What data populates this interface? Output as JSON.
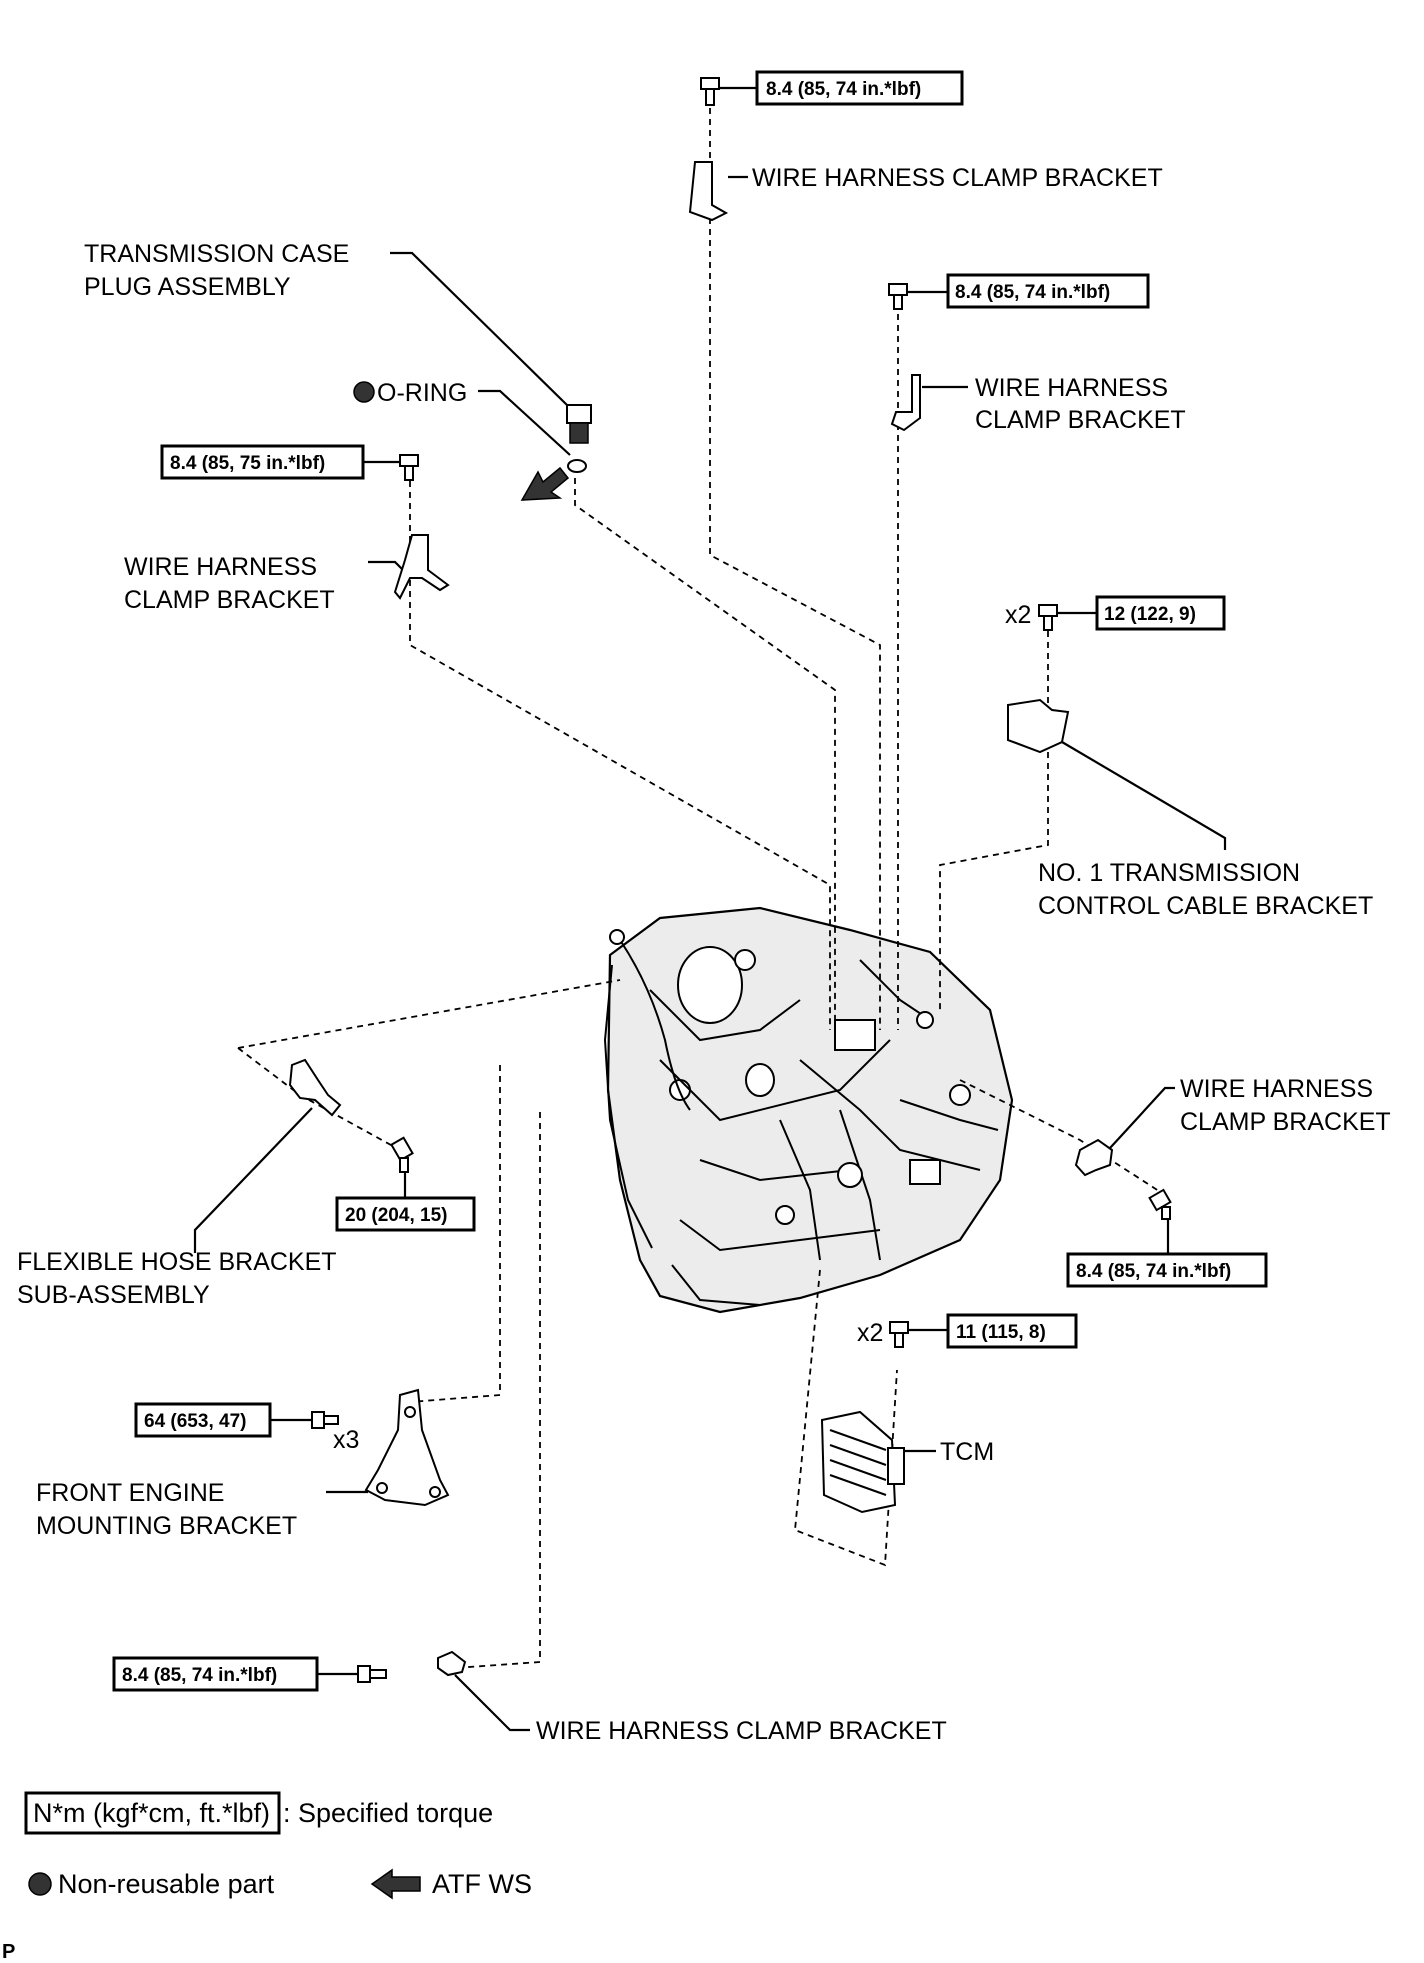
{
  "labels": {
    "wire_harness_top": "WIRE HARNESS CLAMP BRACKET",
    "trans_case_plug_1": "TRANSMISSION CASE",
    "trans_case_plug_2": "PLUG ASSEMBLY",
    "o_ring": "O-RING",
    "wire_harness_right1_1": "WIRE HARNESS",
    "wire_harness_right1_2": "CLAMP BRACKET",
    "wire_harness_left_1": "WIRE HARNESS",
    "wire_harness_left_2": "CLAMP BRACKET",
    "control_cable_1": "NO. 1 TRANSMISSION",
    "control_cable_2": "CONTROL CABLE BRACKET",
    "wire_harness_right2_1": "WIRE HARNESS",
    "wire_harness_right2_2": "CLAMP BRACKET",
    "flexible_hose_1": "FLEXIBLE HOSE BRACKET",
    "flexible_hose_2": "SUB-ASSEMBLY",
    "front_engine_1": "FRONT ENGINE",
    "front_engine_2": "MOUNTING BRACKET",
    "tcm": "TCM",
    "wire_harness_bottom": "WIRE HARNESS CLAMP BRACKET",
    "x2_a": "x2",
    "x2_b": "x2",
    "x3": "x3"
  },
  "torques": {
    "t_top": "8.4 (85, 74 in.*lbf)",
    "t_right1": "8.4 (85, 74 in.*lbf)",
    "t_left": "8.4 (85, 75 in.*lbf)",
    "t_cable": "12 (122, 9)",
    "t_hose": "20 (204, 15)",
    "t_right2": "8.4 (85, 74 in.*lbf)",
    "t_tcm": "11 (115, 8)",
    "t_mount": "64 (653, 47)",
    "t_bottom": "8.4 (85, 74 in.*lbf)"
  },
  "legend": {
    "torque_box": "N*m (kgf*cm, ft.*lbf)",
    "torque_desc": ": Specified torque",
    "non_reusable": "Non-reusable part",
    "atf": "ATF WS"
  },
  "corner_mark": "P"
}
